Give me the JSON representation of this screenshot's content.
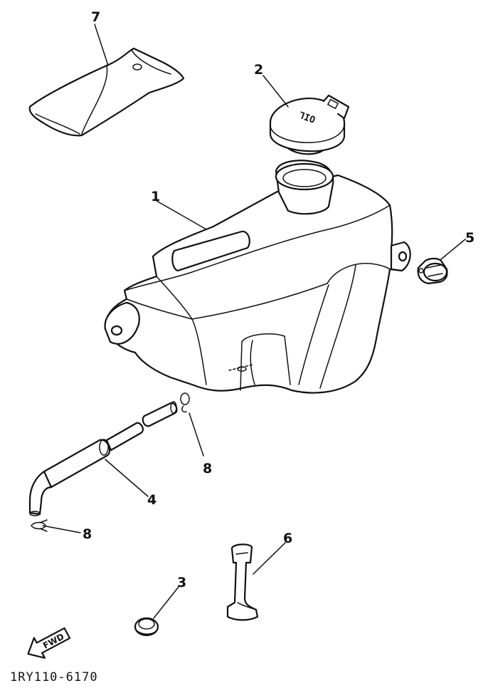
{
  "diagram": {
    "callouts": {
      "part_1": "1",
      "part_2": "2",
      "part_3": "3",
      "part_4": "4",
      "part_5": "5",
      "part_6": "6",
      "part_7": "7",
      "part_8a": "8",
      "part_8b": "8"
    },
    "cap_marking": "OIL",
    "direction_arrow_label": "FWD",
    "drawing_code": "1RY110-6170"
  }
}
